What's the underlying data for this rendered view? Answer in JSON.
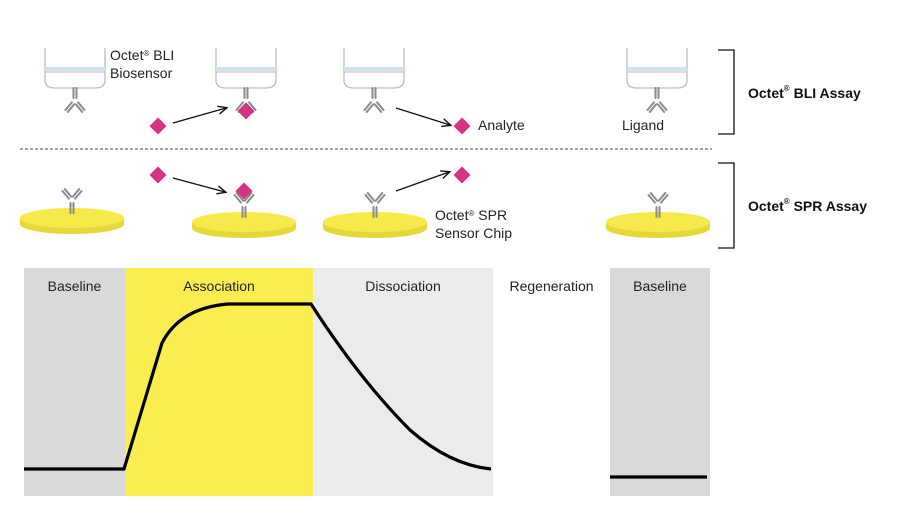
{
  "bli": {
    "biosensor_name": "Octet",
    "biosensor_suffix": "BLI",
    "biosensor_line2": "Biosensor",
    "analyte_label": "Analyte",
    "ligand_label": "Ligand",
    "assay_name": "Octet",
    "assay_suffix": "BLI Assay"
  },
  "spr": {
    "chip_name": "Octet",
    "chip_suffix": "SPR",
    "chip_line2": "Sensor Chip",
    "assay_name": "Octet",
    "assay_suffix": "SPR Assay"
  },
  "registered_mark": "®",
  "phases": [
    {
      "label": "Baseline",
      "color": "#d9d9d9"
    },
    {
      "label": "Association",
      "color": "#fbec4f"
    },
    {
      "label": "Dissociation",
      "color": "#ebebeb"
    },
    {
      "label": "Regeneration",
      "color": "#ffffff"
    },
    {
      "label": "Baseline",
      "color": "#d9d9d9"
    }
  ],
  "colors": {
    "analyte": "#d63384",
    "chip": "#f7e94a",
    "tube_tint": "#cfe3f0",
    "antibody": "#8a8a8a",
    "curve": "#000000"
  }
}
